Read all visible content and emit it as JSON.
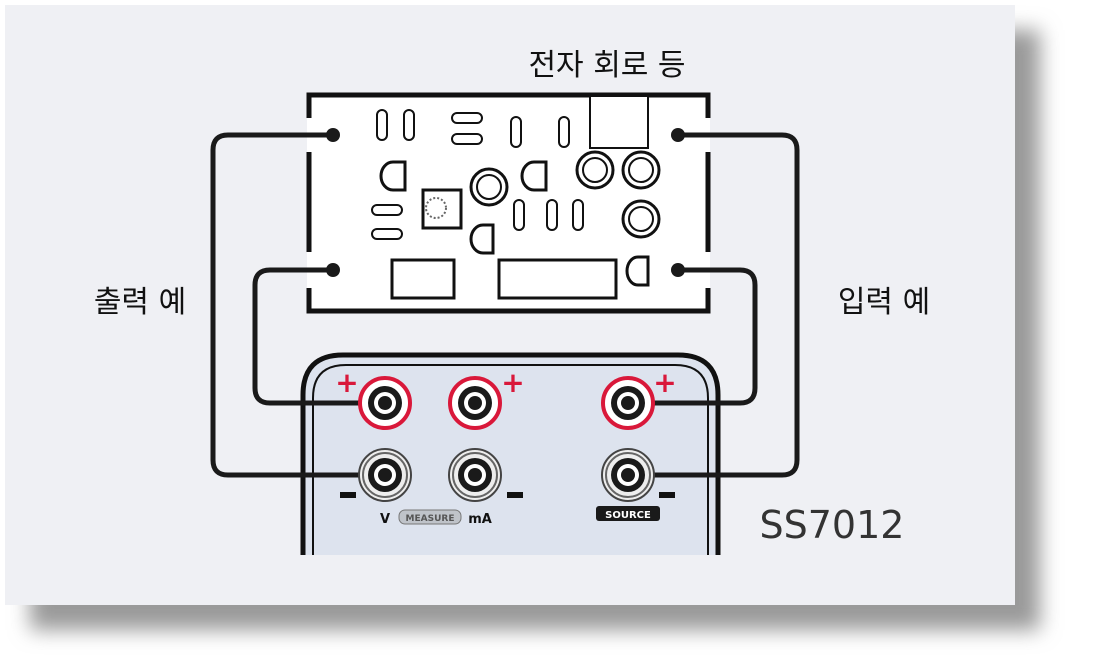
{
  "labels": {
    "circuit": "전자 회로 등",
    "output_example": "출력 예",
    "input_example": "입력 예",
    "model": "SS7012"
  },
  "terminals": {
    "plus": "+",
    "minus": "−",
    "v": "V",
    "measure": "MEASURE",
    "ma": "mA",
    "source": "SOURCE"
  },
  "colors": {
    "panel": "#eff0f4",
    "device": "#dde3ee",
    "red": "#d9183a",
    "wire": "#1a1a1a"
  }
}
